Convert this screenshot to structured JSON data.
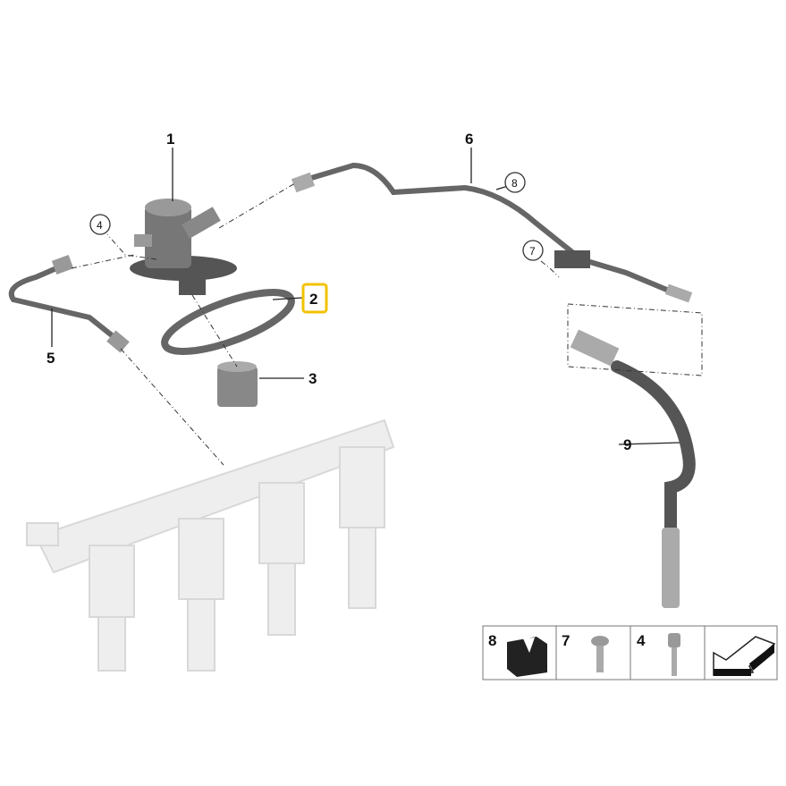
{
  "callouts": {
    "p1": "1",
    "p2": "2",
    "p3": "3",
    "p4": "4",
    "p5": "5",
    "p6": "6",
    "p7": "7",
    "p8": "8",
    "p9": "9"
  },
  "highlight_color": "#f2c200",
  "legend": [
    {
      "number": "8",
      "icon": "clip-icon"
    },
    {
      "number": "7",
      "icon": "screw-icon"
    },
    {
      "number": "4",
      "icon": "bolt-icon"
    },
    {
      "number": "",
      "icon": "direction-arrow-icon"
    }
  ]
}
